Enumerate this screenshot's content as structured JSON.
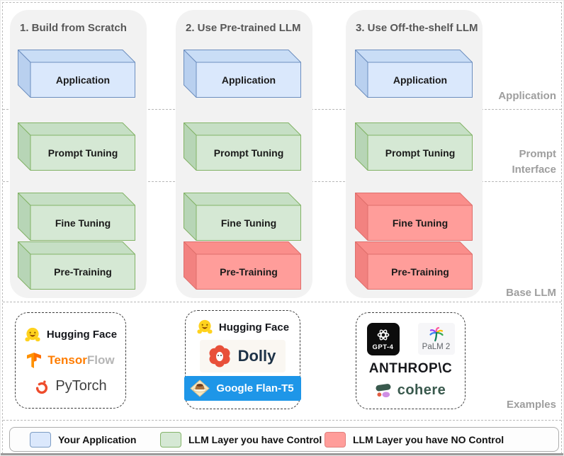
{
  "columns": [
    {
      "title": "1. Build from Scratch",
      "boxes": [
        {
          "label": "Application",
          "color": "blue"
        },
        {
          "label": "Prompt Tuning",
          "color": "green"
        },
        {
          "label": "Fine Tuning",
          "color": "green"
        },
        {
          "label": "Pre-Training",
          "color": "green"
        }
      ]
    },
    {
      "title": "2. Use Pre-trained LLM",
      "boxes": [
        {
          "label": "Application",
          "color": "blue"
        },
        {
          "label": "Prompt Tuning",
          "color": "green"
        },
        {
          "label": "Fine Tuning",
          "color": "green"
        },
        {
          "label": "Pre-Training",
          "color": "red"
        }
      ]
    },
    {
      "title": "3. Use Off-the-shelf LLM",
      "boxes": [
        {
          "label": "Application",
          "color": "blue"
        },
        {
          "label": "Prompt Tuning",
          "color": "green"
        },
        {
          "label": "Fine Tuning",
          "color": "red"
        },
        {
          "label": "Pre-Training",
          "color": "red"
        }
      ]
    }
  ],
  "row_labels": {
    "application": "Application",
    "prompt_interface": [
      "Prompt",
      "Interface"
    ],
    "base_llm": "Base LLM",
    "examples": "Examples"
  },
  "examples": {
    "column1": {
      "hugging_face": "Hugging Face",
      "tensorflow_part1": "Tensor",
      "tensorflow_part2": "Flow",
      "pytorch": "PyTorch"
    },
    "column2": {
      "hugging_face": "Hugging Face",
      "dolly": "Dolly",
      "google_flan": "Google Flan-T5"
    },
    "column3": {
      "gpt4": "GPT-4",
      "palm2": "PaLM 2",
      "anthropic": "ANTHROP\\C",
      "cohere": "cohere"
    }
  },
  "legend": [
    {
      "label": "Your Application",
      "color": "blue"
    },
    {
      "label": "LLM Layer you have Control",
      "color": "green"
    },
    {
      "label": "LLM Layer you have NO Control",
      "color": "red"
    }
  ],
  "colors": {
    "blue_fill": "#dae8fc",
    "blue_stroke": "#6c8ebf",
    "green_fill": "#d5e8d4",
    "green_stroke": "#82b366",
    "red_fill": "#ff9d9a",
    "red_stroke": "#df6f6c",
    "panel_bg": "#f2f2f2",
    "flan_banner_blue": "#1e96e8"
  }
}
